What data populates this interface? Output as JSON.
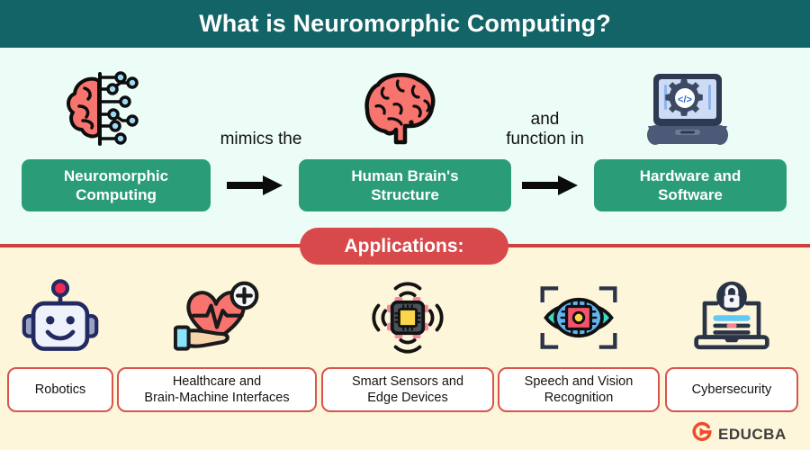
{
  "header": {
    "title": "What is Neuromorphic Computing?",
    "bg_color": "#136466",
    "text_color": "#ffffff"
  },
  "flow": {
    "bg_color": "#ecfdf8",
    "pill_color": "#2a9d78",
    "steps": [
      {
        "label": "Neuromorphic\nComputing",
        "icon": "brain-circuit-icon"
      },
      {
        "label": "Human Brain's\nStructure",
        "icon": "brain-icon"
      },
      {
        "label": "Hardware and\nSoftware",
        "icon": "laptop-gear-code-icon"
      }
    ],
    "connectors": [
      {
        "label": "mimics the",
        "icon": "arrow-right-icon"
      },
      {
        "label": "and\nfunction in",
        "icon": "arrow-right-icon"
      }
    ]
  },
  "divider": {
    "color": "#cf4040"
  },
  "applications": {
    "badge_label": "Applications:",
    "badge_color": "#d8494b",
    "bg_color": "#fdf6da",
    "box_border_color": "#d9534f",
    "items": [
      {
        "label": "Robotics",
        "icon": "robot-icon"
      },
      {
        "label": "Healthcare and\nBrain-Machine Interfaces",
        "icon": "heart-hand-icon"
      },
      {
        "label": "Smart Sensors and\nEdge Devices",
        "icon": "chip-signal-icon"
      },
      {
        "label": "Speech and Vision\nRecognition",
        "icon": "eye-scan-chip-icon"
      },
      {
        "label": "Cybersecurity",
        "icon": "laptop-lock-icon"
      }
    ]
  },
  "logo": {
    "text": "EDUCBA",
    "mark_color": "#ee4c2a",
    "text_color": "#3d3d3d"
  }
}
